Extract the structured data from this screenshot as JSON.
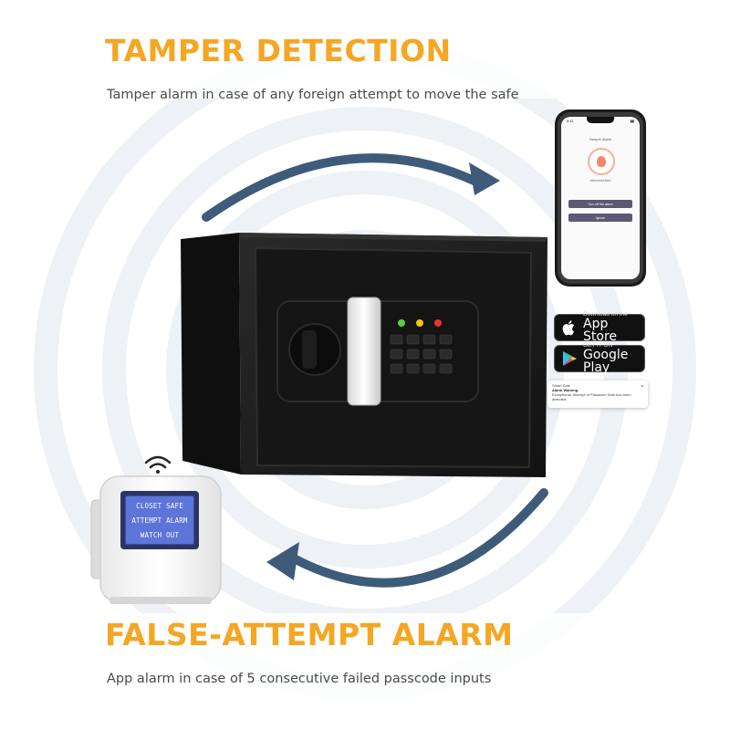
{
  "headings": {
    "tamper_title": "TAMPER DETECTION",
    "tamper_subtitle": "Tamper alarm in case of any foreign attempt to move the safe",
    "alarm_title": "FALSE-ATTEMPT ALARM",
    "alarm_subtitle": "App alarm in case of 5 consecutive failed passcode inputs"
  },
  "phone": {
    "status_time": "9:41",
    "screen_title": "Tamper Alarm",
    "screen_message": "Abnormal Alert",
    "button_primary": "Turn off the alarm",
    "button_secondary": "Ignore"
  },
  "badges": {
    "app_store_small": "Download on the",
    "app_store_big": "App Store",
    "google_play_small": "GET IT ON",
    "google_play_big": "Google Play"
  },
  "notification": {
    "app": "Smart Safe",
    "title": "Alarm Warning",
    "body": "Exceptional. Attempt of Password Safe has been detected."
  },
  "alarm_display": {
    "line1": "CLOSET SAFE",
    "line2": "ATTEMPT ALARM",
    "line3": "WATCH OUT"
  },
  "colors": {
    "accent_orange": "#f5a623",
    "arrow_blue": "#3f5b7a",
    "safe_body": "#1c1c1c",
    "background_rings": "#eef1f5",
    "lcd_blue": "#5d74d8"
  },
  "icons": [
    "wifi-icon",
    "apple-icon",
    "google-play-icon",
    "curved-arrow-icon"
  ]
}
